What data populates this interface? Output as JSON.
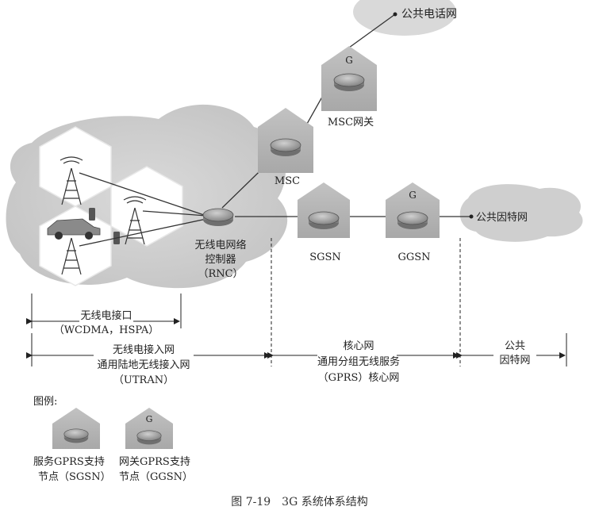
{
  "nodes": {
    "pstn": "公共电话网",
    "msc_gateway": "MSC网关",
    "msc": "MSC",
    "rnc_line1": "无线电网络",
    "rnc_line2": "控制器",
    "rnc_line3": "（RNC）",
    "sgsn": "SGSN",
    "ggsn": "GGSN",
    "internet": "公共因特网",
    "gateway_mark": "G"
  },
  "spans": {
    "radio_interface_line1": "无线电接口",
    "radio_interface_line2": "（WCDMA，HSPA）",
    "ran_line1": "无线电接入网",
    "ran_line2": "通用陆地无线接入网",
    "ran_line3": "（UTRAN）",
    "core_line1": "核心网",
    "core_line2": "通用分组无线服务",
    "core_line3": "（GPRS）核心网",
    "public_line1": "公共",
    "public_line2": "因特网"
  },
  "legend": {
    "title": "图例:",
    "sgsn_line1": "服务GPRS支持",
    "sgsn_line2": "节点（SGSN）",
    "ggsn_line1": "网关GPRS支持",
    "ggsn_line2": "节点（GGSN）"
  },
  "caption": "图 7-19　3G 系统体系结构",
  "colors": {
    "cloud": "#c9c9c9",
    "hexagon": "#ffffff",
    "house": "#b4b4b4",
    "router": "#9a9a9a"
  }
}
